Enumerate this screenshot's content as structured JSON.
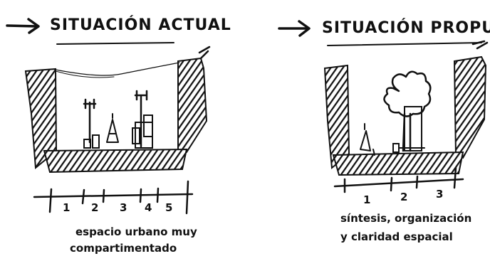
{
  "left_panel": {
    "title": "SITUACIÓN ACTUAL",
    "scale_numbers": [
      "1",
      "2",
      "3",
      "4",
      "5"
    ],
    "caption_line1": "espacio urbano muy",
    "caption_line2": "compartimentado"
  },
  "right_panel": {
    "title": "SITUACIÓN PROPUESTA",
    "scale_numbers": [
      "1",
      "2",
      "3"
    ],
    "caption_line1": "síntesis, organización",
    "caption_line2": "y claridad espacial"
  },
  "colors": {
    "ink": "#111111",
    "paper": "#ffffff"
  }
}
